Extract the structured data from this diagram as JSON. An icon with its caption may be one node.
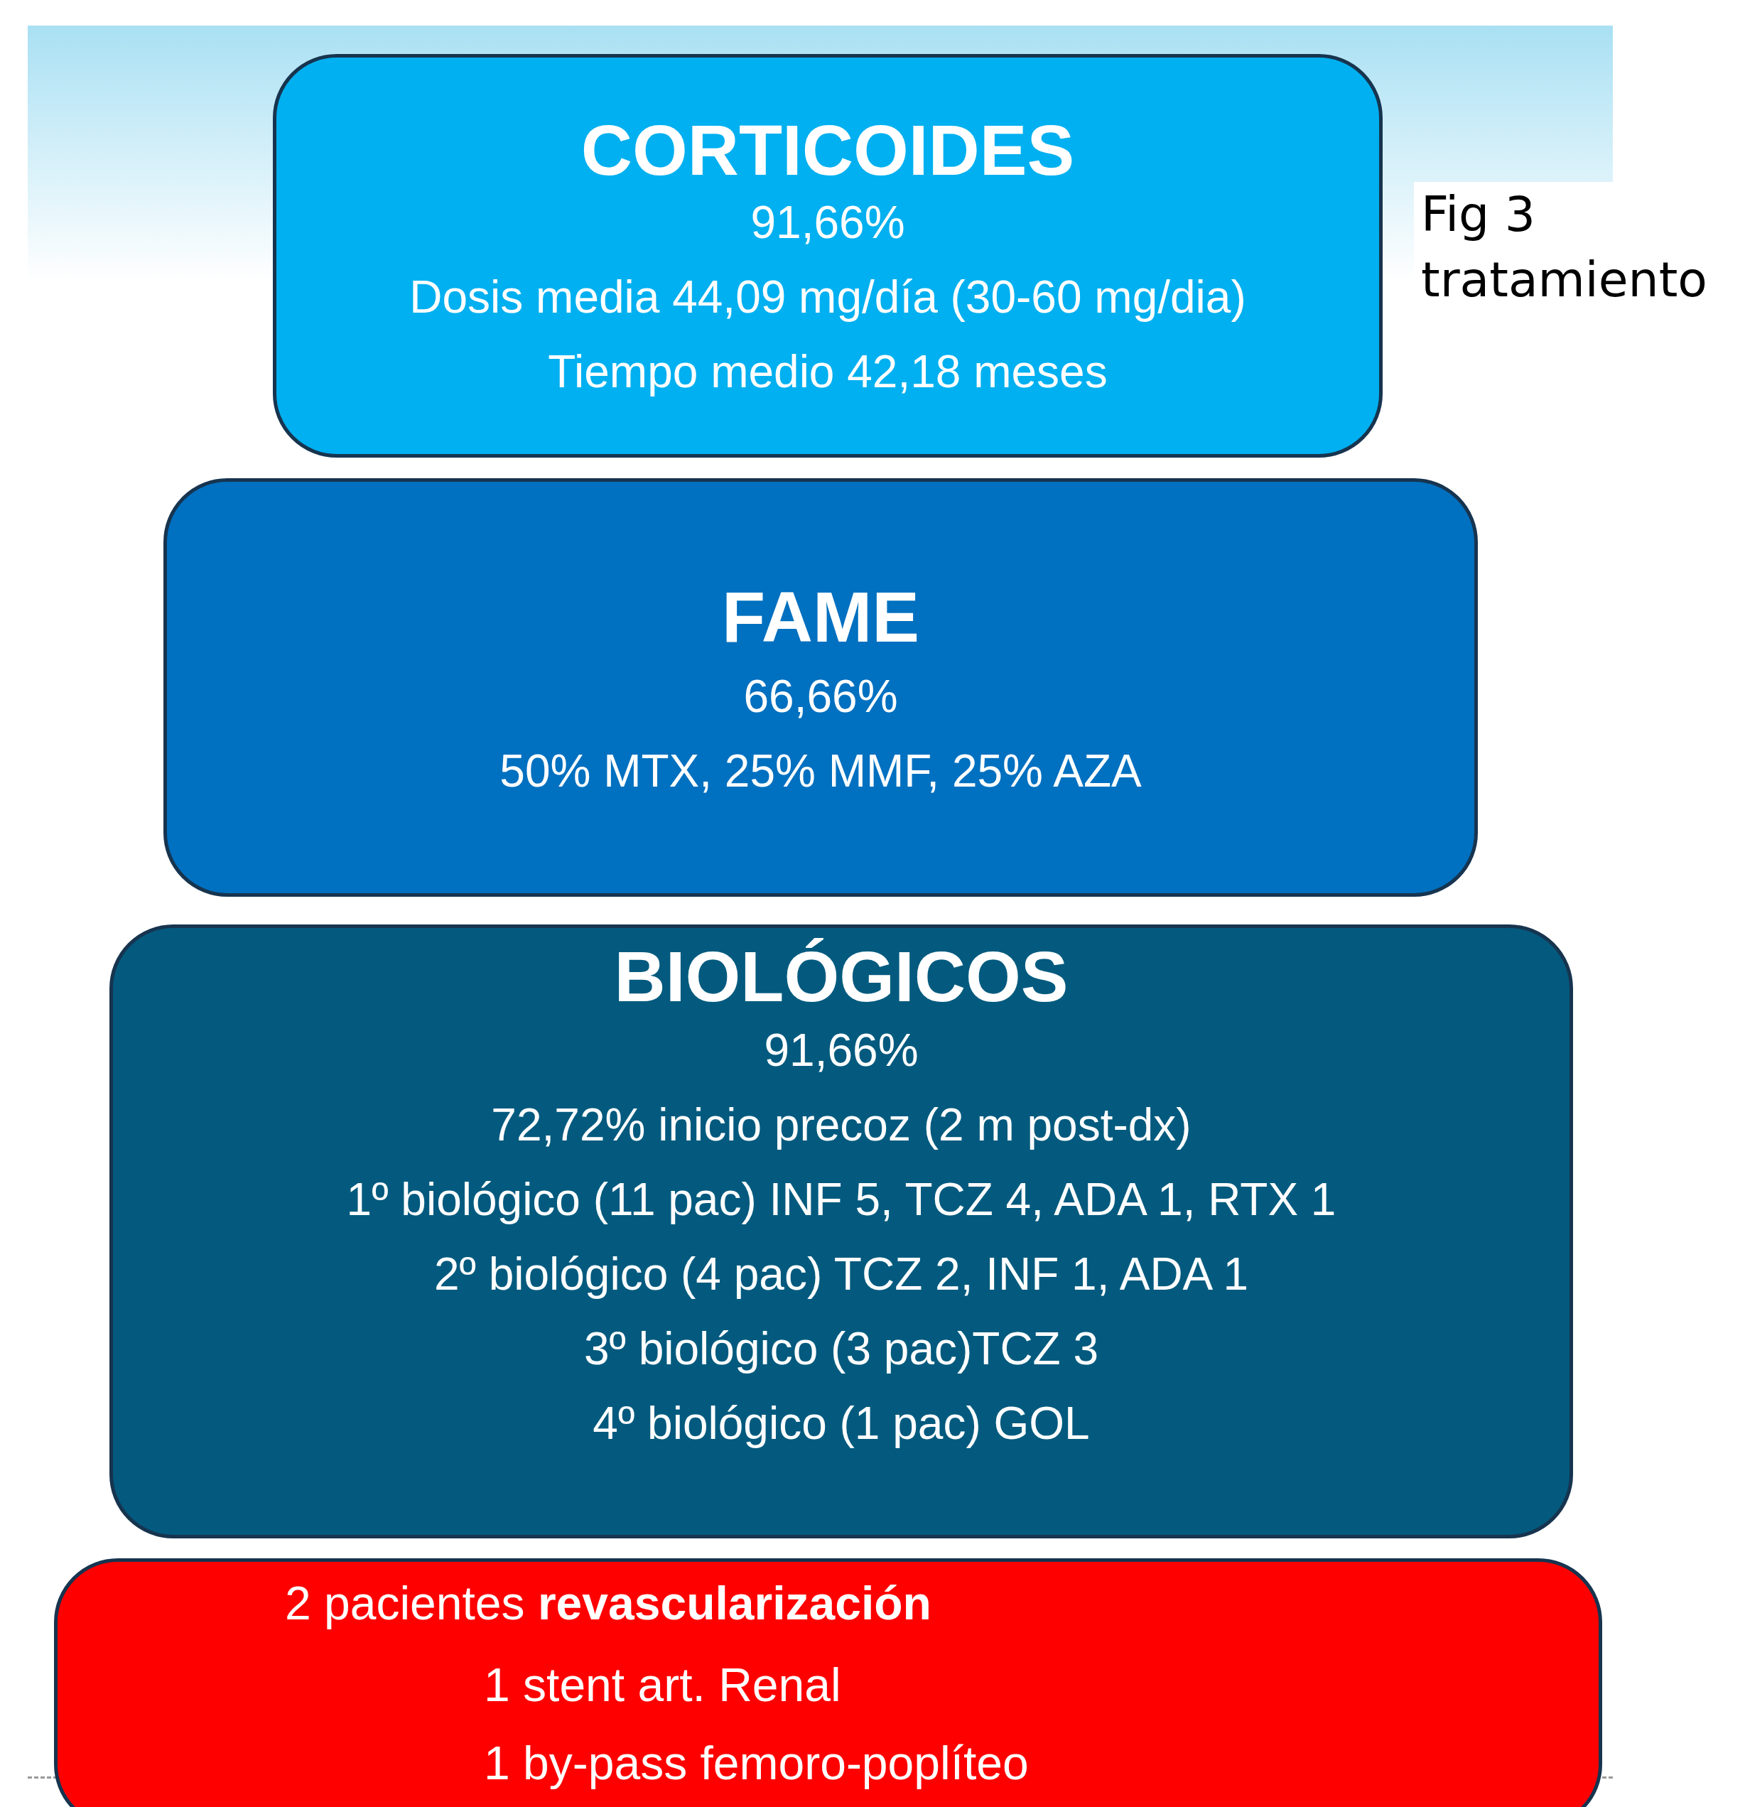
{
  "diagram": {
    "nodes": [
      {
        "text": [
          "CORTICOIDES",
          "91,66%",
          "Dosis media 44,09 mg/día (30-60 mg/dia)",
          "Tiempo medio 42,18 meses"
        ]
      },
      {
        "text": [
          "FAME",
          "66,66%",
          "50% MTX, 25% MMF, 25% AZA"
        ]
      },
      {
        "text": [
          "BIOLÓGICOS",
          "91,66%",
          "72,72% inicio precoz (2 m post-dx)",
          "1º biológico (11 pac) INF 5, TCZ 4, ADA 1, RTX 1",
          "2º biológico (4 pac) TCZ 2, INF 1, ADA 1",
          "3º biológico (3 pac)TCZ 3",
          "4º biológico (1 pac) GOL"
        ]
      },
      {
        "text": [
          "2 pacientes **revascularización**",
          "1 stent art. Renal",
          "1 by-pass femoro-poplíteo"
        ]
      }
    ],
    "labels": [
      "Fig 3 tratamiento"
    ]
  }
}
